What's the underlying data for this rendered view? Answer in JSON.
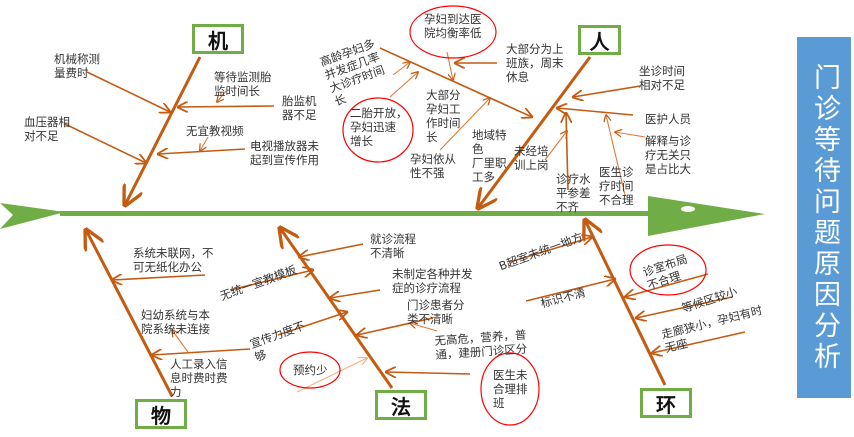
{
  "title": "门诊等待问题原因分析",
  "colors": {
    "spine": "#70ad47",
    "bone": "#c55a11",
    "circle": "#ff0000",
    "title_bg": "#5b9bd5"
  },
  "categories": {
    "machine": "机",
    "people": "人",
    "material": "物",
    "method": "法",
    "environment": "环"
  },
  "machine": [
    "机械称测\n量费时",
    "等待监测胎\n监时间长",
    "胎监机\n器不足",
    "血压器相\n对不足",
    "无宜教视频",
    "电视播放器未\n起到宣传作用"
  ],
  "people": [
    "高龄孕妇多\n并发症几率\n大诊疗时间\n长",
    "孕妇到达医\n院均衡率低",
    "大部分为上\n班族，周末\n休息",
    "二胎开放，\n孕妇迅速\n增长",
    "大部分\n孕妇工\n作时间\n长",
    "孕妇依从\n性不强",
    "地域特\n色\n厂里职\n工多",
    "坐诊时间\n相对不足",
    "医护人员",
    "解释与诊\n疗无关只\n是占比大",
    "医生诊\n疗时间\n不合理",
    "诊疗水\n平参差\n不齐",
    "未经培\n训上岗"
  ],
  "material": [
    "系统未联网，不\n可无纸化办公",
    "妇幼系统与本\n院系统未连接",
    "人工录入信\n息时费时费\n力",
    "无统一宣教模板",
    "宣传力度不\n够",
    "预约少"
  ],
  "method": [
    "就诊流程\n不清晰",
    "未制定各种并发\n症的诊疗流程",
    "门诊患者分\n类不清晰",
    "无高危，营养，普\n通，建册门诊区分",
    "医生未\n合理排\n班"
  ],
  "environment": [
    "B超室未统一地方",
    "标识不清",
    "诊室布局\n不合理",
    "等候区较小",
    "走廊狭小，孕妇有时\n无座"
  ]
}
